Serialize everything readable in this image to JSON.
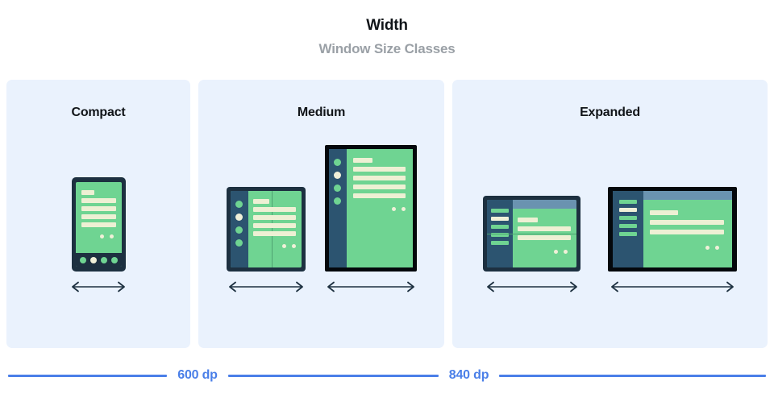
{
  "header": {
    "title": "Width",
    "subtitle": "Window Size Classes"
  },
  "colors": {
    "panel_background": "#eaf2fd",
    "page_background": "#ffffff",
    "title_text": "#101418",
    "subtitle_text": "#9aa0a6",
    "device_frame_navy": "#1d3040",
    "device_frame_black": "#04080c",
    "screen_green": "#6fd492",
    "content_bar_cream": "#eef0d4",
    "nav_rail_blue": "#2c5470",
    "app_bar_blue": "#6a93b0",
    "scale_blue": "#4a7fe8",
    "arrow_navy": "#1d3040"
  },
  "panels": [
    {
      "id": "compact",
      "title": "Compact",
      "devices": [
        {
          "id": "phone",
          "type": "phone",
          "arrow_label": "width-arrow"
        }
      ]
    },
    {
      "id": "medium",
      "title": "Medium",
      "devices": [
        {
          "id": "foldable-closed",
          "type": "foldable-folded",
          "arrow_label": "width-arrow"
        },
        {
          "id": "tablet-portrait",
          "type": "tablet-portrait",
          "arrow_label": "width-arrow"
        }
      ]
    },
    {
      "id": "expanded",
      "title": "Expanded",
      "devices": [
        {
          "id": "foldable-open",
          "type": "foldable-unfolded",
          "arrow_label": "width-arrow"
        },
        {
          "id": "tablet-landscape",
          "type": "tablet-landscape",
          "arrow_label": "width-arrow"
        }
      ]
    }
  ],
  "scale": {
    "breakpoints": [
      {
        "label": "600 dp",
        "value": 600,
        "unit": "dp"
      },
      {
        "label": "840 dp",
        "value": 840,
        "unit": "dp"
      }
    ]
  }
}
